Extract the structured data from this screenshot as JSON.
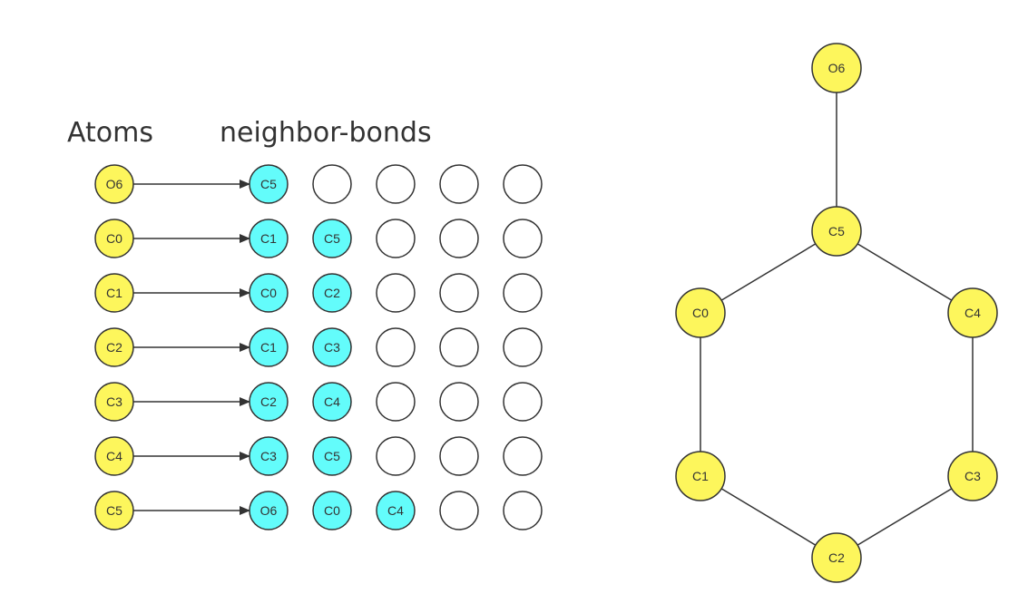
{
  "headings": {
    "atoms": "Atoms",
    "neighbor_bonds": "neighbor-bonds"
  },
  "colors": {
    "atom_fill": "#fdf65c",
    "neighbor_fill": "#63fcfb",
    "empty_fill": "#ffffff",
    "stroke": "#333333"
  },
  "slots_per_row": 5,
  "rows": [
    {
      "atom": "O6",
      "neighbors": [
        "C5"
      ]
    },
    {
      "atom": "C0",
      "neighbors": [
        "C1",
        "C5"
      ]
    },
    {
      "atom": "C1",
      "neighbors": [
        "C0",
        "C2"
      ]
    },
    {
      "atom": "C2",
      "neighbors": [
        "C1",
        "C3"
      ]
    },
    {
      "atom": "C3",
      "neighbors": [
        "C2",
        "C4"
      ]
    },
    {
      "atom": "C4",
      "neighbors": [
        "C3",
        "C5"
      ]
    },
    {
      "atom": "C5",
      "neighbors": [
        "O6",
        "C0",
        "C4"
      ]
    }
  ],
  "molecule": {
    "atoms": [
      "O6",
      "C5",
      "C0",
      "C4",
      "C1",
      "C3",
      "C2"
    ],
    "bonds": [
      [
        "O6",
        "C5"
      ],
      [
        "C5",
        "C0"
      ],
      [
        "C5",
        "C4"
      ],
      [
        "C0",
        "C1"
      ],
      [
        "C4",
        "C3"
      ],
      [
        "C1",
        "C2"
      ],
      [
        "C3",
        "C2"
      ]
    ]
  }
}
